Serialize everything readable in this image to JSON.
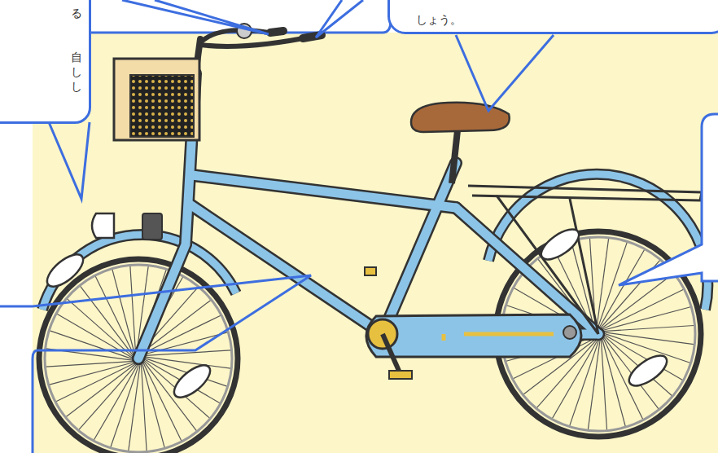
{
  "diagram": {
    "nodes": [
      {
        "text": [
          "る",
          "自 し し"
        ]
      },
      {
        "text": [
          "しょう。"
        ]
      }
    ]
  }
}
